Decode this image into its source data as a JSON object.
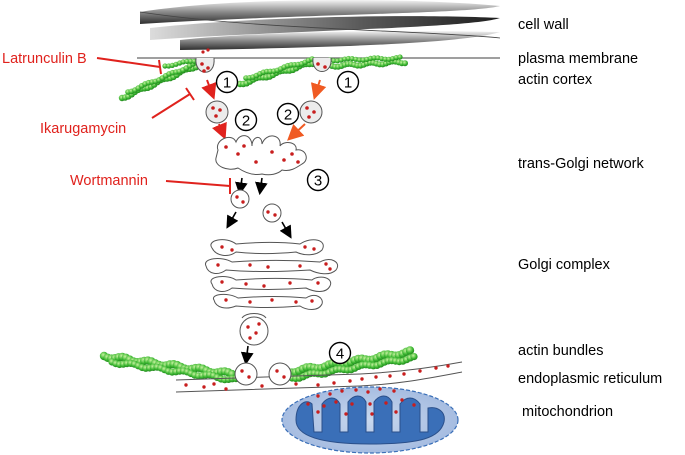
{
  "labels": {
    "cell_wall": "cell wall",
    "plasma_membrane": "plasma membrane",
    "actin_cortex": "actin cortex",
    "trans_golgi_network": "trans-Golgi network",
    "golgi_complex": "Golgi complex",
    "actin_bundles": "actin bundles",
    "endoplasmic_reticulum": "endoplasmic reticulum",
    "mitochondrion": "mitochondrion"
  },
  "inhibitors": {
    "latrunculin_b": "Latrunculin B",
    "ikarugamycin": "Ikarugamycin",
    "wortmannin": "Wortmannin"
  },
  "steps": {
    "step_1_left": "1",
    "step_1_right": "1",
    "step_2_left": "2",
    "step_2_right": "2",
    "step_3": "3",
    "step_4": "4"
  },
  "colors": {
    "inhibitor_red": "#e0221d",
    "cargo_red": "#c81e1e",
    "arrow_orange": "#f05a22",
    "actin_green": "#3cb832",
    "mitochondrion_blue": "#3a6fb8"
  }
}
